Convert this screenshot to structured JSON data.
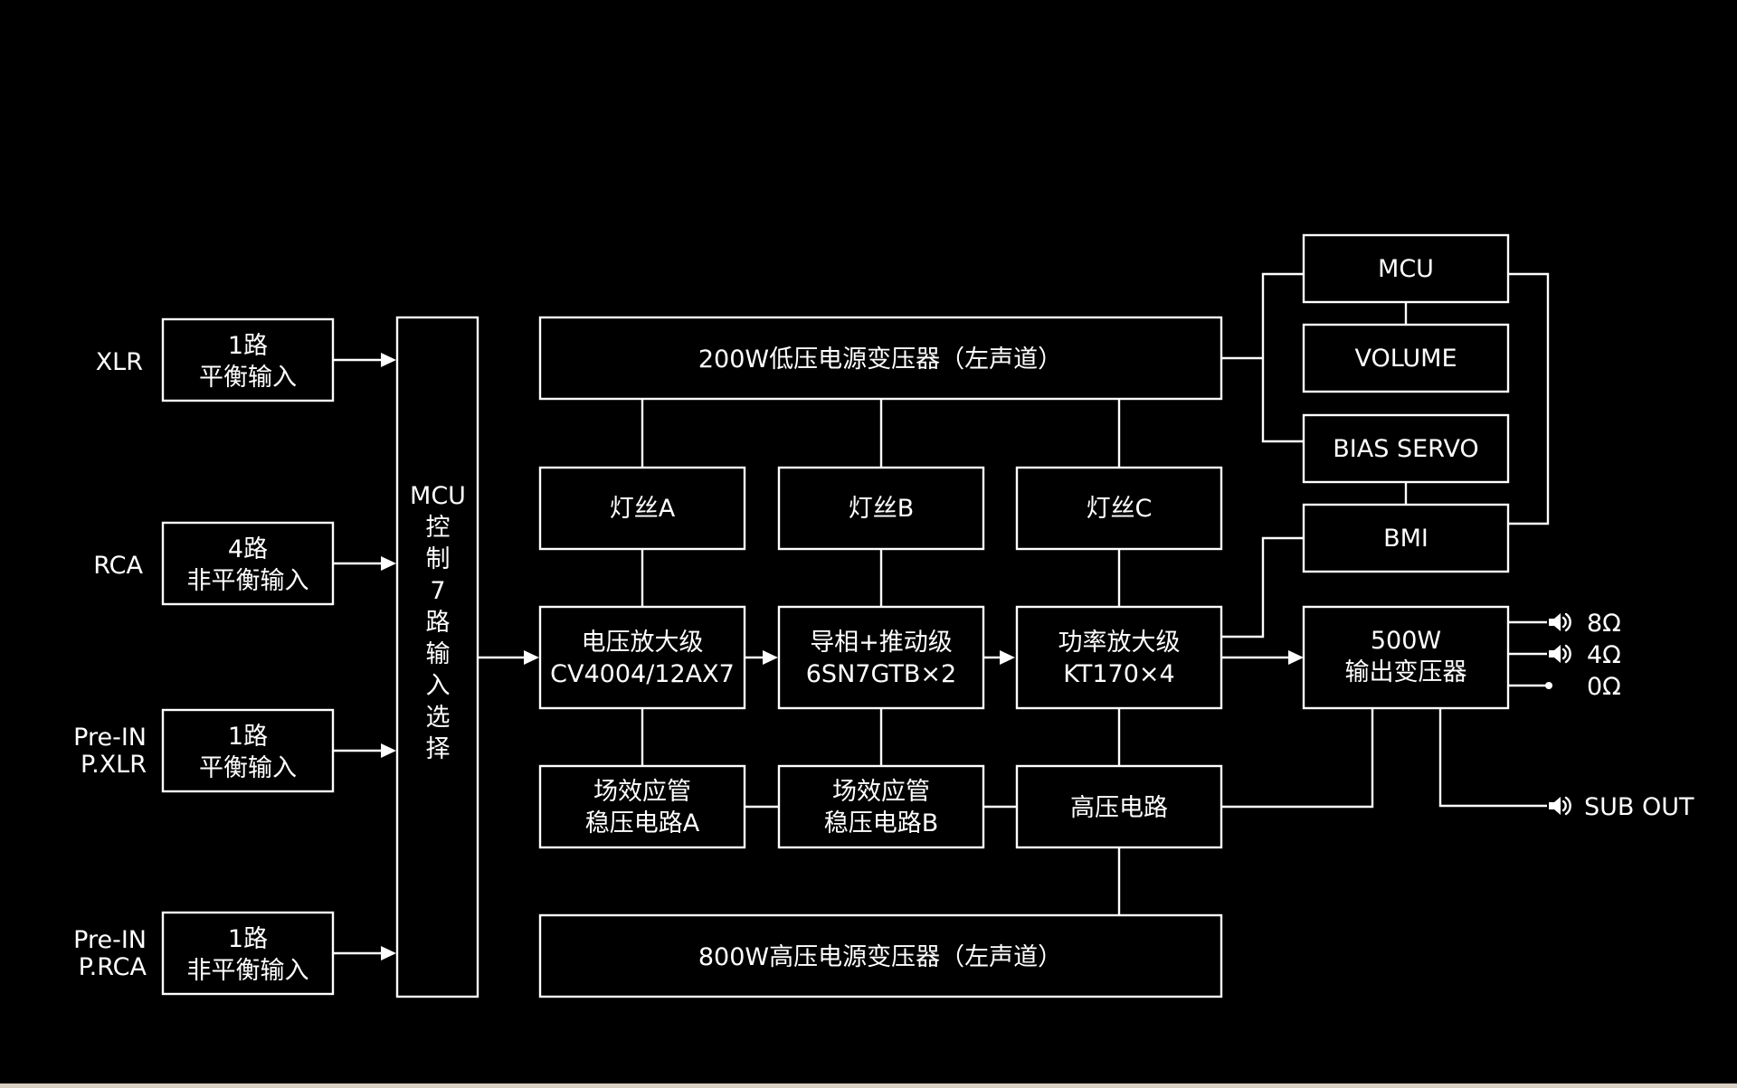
{
  "inputs": [
    {
      "source": [
        "XLR"
      ],
      "box": [
        "1路",
        "平衡输入"
      ]
    },
    {
      "source": [
        "RCA"
      ],
      "box": [
        "4路",
        "非平衡输入"
      ]
    },
    {
      "source": [
        "Pre-IN",
        "P.XLR"
      ],
      "box": [
        "1路",
        "平衡输入"
      ]
    },
    {
      "source": [
        "Pre-IN",
        "P.RCA"
      ],
      "box": [
        "1路",
        "非平衡输入"
      ]
    }
  ],
  "selector": {
    "title": "MCU",
    "chars": [
      "控",
      "制",
      "7",
      "路",
      "输",
      "入",
      "选",
      "择"
    ]
  },
  "power_low": "200W低压电源变压器（左声道）",
  "power_high": "800W高压电源变压器（左声道）",
  "filaments": [
    "灯丝A",
    "灯丝B",
    "灯丝C"
  ],
  "stages": [
    [
      "电压放大级",
      "CV4004/12AX7"
    ],
    [
      "导相+推动级",
      "6SN7GTB×2"
    ],
    [
      "功率放大级",
      "KT170×4"
    ]
  ],
  "regulators": [
    [
      "场效应管",
      "稳压电路A"
    ],
    [
      "场效应管",
      "稳压电路B"
    ],
    [
      "高压电路"
    ]
  ],
  "control": {
    "mcu": "MCU",
    "volume": "VOLUME",
    "bias": "BIAS SERVO",
    "bmi": "BMI"
  },
  "output_transformer": [
    "500W",
    "输出变压器"
  ],
  "taps": [
    "8Ω",
    "4Ω",
    "0Ω"
  ],
  "sub_out": "SUB OUT",
  "colors": {
    "background": "#000000",
    "foreground": "#ffffff"
  }
}
